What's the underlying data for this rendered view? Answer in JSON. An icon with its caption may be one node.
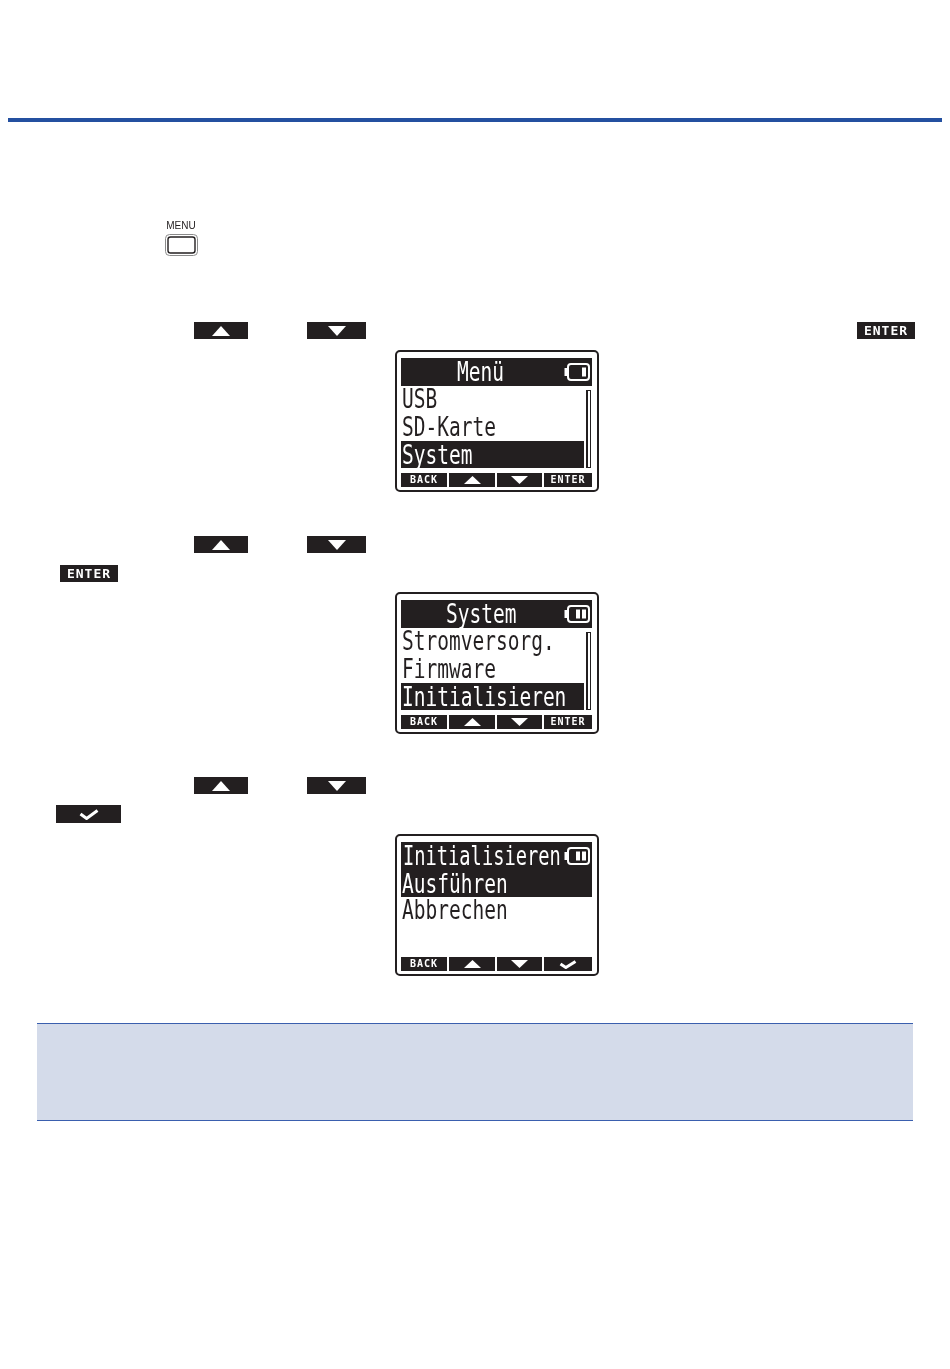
{
  "diagram": {
    "nodes": [
      {
        "text": [
          "MENU"
        ]
      },
      {
        "text": [],
        "shape": "box"
      },
      {
        "text": [],
        "shape": "box"
      },
      {
        "text": [
          "ENTER"
        ]
      },
      {
        "text": [
          "USB",
          "SD-Karte"
        ]
      },
      {
        "text": [
          "Menü"
        ],
        "in": 4
      },
      {
        "text": [
          "System"
        ],
        "in": 4
      },
      {
        "text": [
          "BACK"
        ],
        "in": 4
      },
      {
        "text": [],
        "shape": "box",
        "in": 4
      },
      {
        "text": [],
        "shape": "box",
        "in": 4
      },
      {
        "text": [
          "ENTER"
        ],
        "in": 4
      },
      {
        "text": [],
        "shape": "box"
      },
      {
        "text": [],
        "shape": "box"
      },
      {
        "text": [
          "ENTER"
        ]
      },
      {
        "text": [
          "Stromversorg.",
          "Firmware"
        ]
      },
      {
        "text": [
          "System"
        ],
        "in": 14
      },
      {
        "text": [
          "Initialisieren"
        ],
        "in": 14
      },
      {
        "text": [
          "BACK"
        ],
        "in": 14
      },
      {
        "text": [],
        "shape": "box",
        "in": 14
      },
      {
        "text": [],
        "shape": "box",
        "in": 14
      },
      {
        "text": [
          "ENTER"
        ],
        "in": 14
      },
      {
        "text": [],
        "shape": "box"
      },
      {
        "text": [],
        "shape": "box"
      },
      {
        "text": [],
        "shape": "box"
      },
      {
        "text": [
          "Abbrechen"
        ]
      },
      {
        "text": [
          "Initialisieren"
        ],
        "in": 24
      },
      {
        "text": [
          "Ausführen"
        ],
        "in": 24
      },
      {
        "text": [
          "BACK"
        ],
        "in": 24
      },
      {
        "text": [],
        "shape": "box",
        "in": 24
      },
      {
        "text": [],
        "shape": "box",
        "in": 24
      },
      {
        "text": [],
        "shape": "box",
        "in": 24
      }
    ]
  }
}
